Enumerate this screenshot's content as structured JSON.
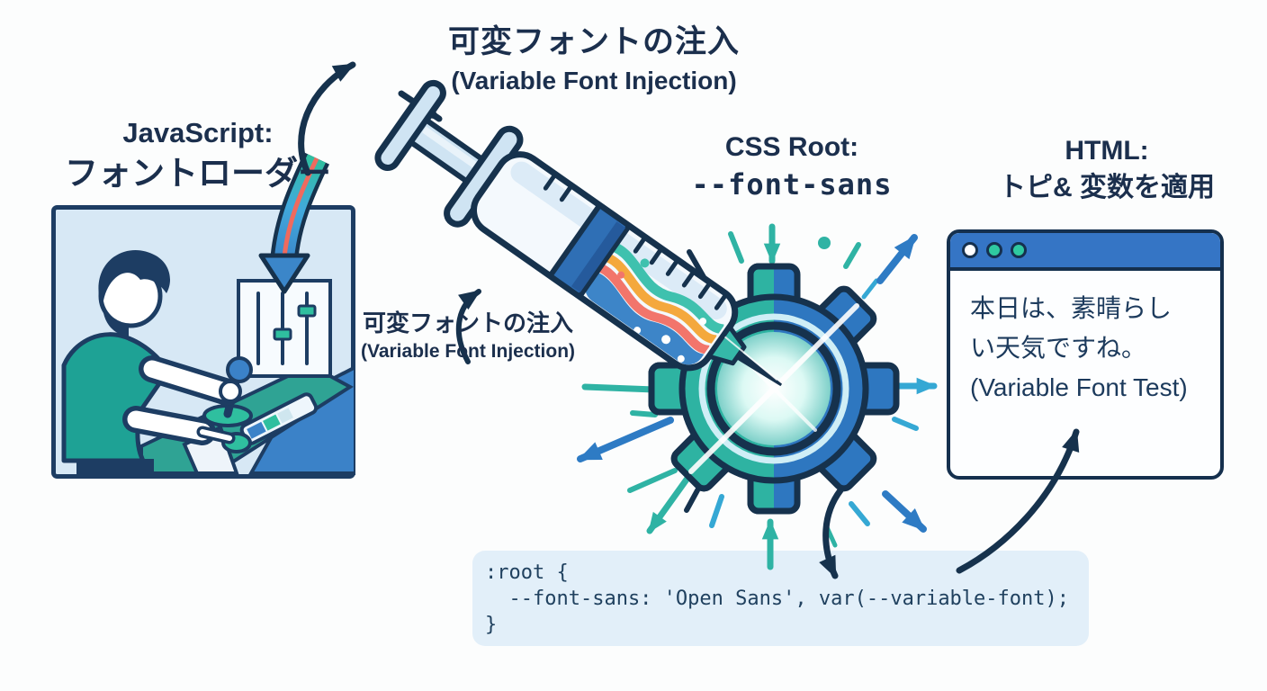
{
  "diagram": {
    "top_title": {
      "jp": "可変フォントの注入",
      "en": "(Variable Font Injection)"
    },
    "javascript_label": {
      "line1": "JavaScript:",
      "line2": "フォントローダー"
    },
    "css_root_label": {
      "line1": "CSS Root:",
      "line2": "--font-sans"
    },
    "html_label": {
      "line1": "HTML:",
      "line2": "トピ& 変数を適用"
    },
    "syringe_caption": {
      "jp": "可変フォントの注入",
      "en": "(Variable Font Injection)"
    },
    "browser_window": {
      "line1": "本日は、素晴らし",
      "line2": "い天気ですね。",
      "line3": "(Variable Font Test)"
    },
    "code_block": {
      "line1": ":root {",
      "line2": "  --font-sans: 'Open Sans', var(--variable-font);",
      "line3": "}"
    },
    "colors": {
      "outline_navy": "#16324d",
      "text_navy": "#1b2f4d",
      "teal": "#2fb3a4",
      "teal_bright": "#2fbf9f",
      "blue": "#2e7bc4",
      "sky_blue": "#35a8d4",
      "illustration_bg": "#d7e8f5",
      "code_bg": "#e2eff9",
      "titlebar_blue": "#3575c5",
      "liquid_stripes": [
        "#3fc1ae",
        "#f4a83d",
        "#f2756b",
        "#3d85c8"
      ],
      "accent_red": "#ef6a5e"
    }
  }
}
